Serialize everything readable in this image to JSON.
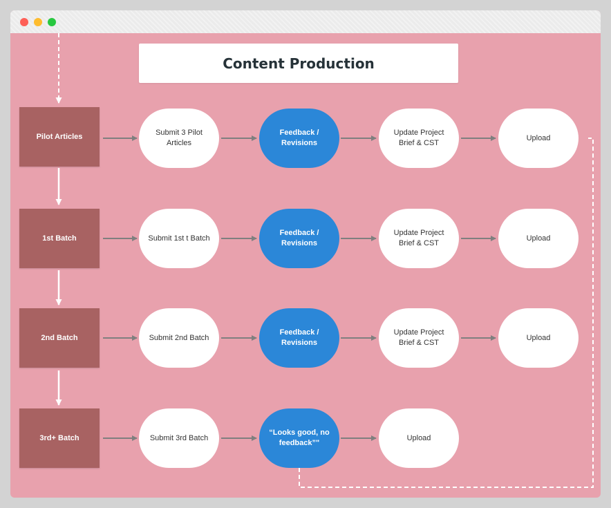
{
  "title": "Content Production",
  "colors": {
    "background": "#e8a1ad",
    "stage": "#a86262",
    "feedback": "#2b87d8",
    "step": "#ffffff"
  },
  "rows": [
    {
      "stage": "Pilot Articles",
      "steps": [
        "Submit 3 Pilot Articles",
        "Feedback / Revisions",
        "Update Project Brief & CST",
        "Upload"
      ]
    },
    {
      "stage": "1st Batch",
      "steps": [
        "Submit 1st t Batch",
        "Feedback / Revisions",
        "Update Project Brief & CST",
        "Upload"
      ]
    },
    {
      "stage": "2nd Batch",
      "steps": [
        "Submit 2nd  Batch",
        "Feedback / Revisions",
        "Update Project Brief & CST",
        "Upload"
      ]
    },
    {
      "stage": "3rd+ Batch",
      "steps": [
        "Submit 3rd Batch",
        "“Looks good, no feedback”\"",
        "Upload"
      ]
    }
  ]
}
